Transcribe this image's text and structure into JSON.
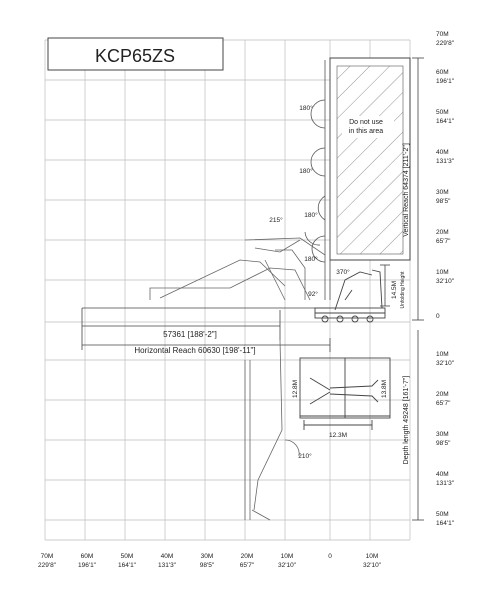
{
  "model_title": "KCP65ZS",
  "notice": {
    "line1": "Do not use",
    "line2": "in this area"
  },
  "x_axis": [
    {
      "top": "70M",
      "bottom": "229'8\""
    },
    {
      "top": "60M",
      "bottom": "196'1\""
    },
    {
      "top": "50M",
      "bottom": "164'1\""
    },
    {
      "top": "40M",
      "bottom": "131'3\""
    },
    {
      "top": "30M",
      "bottom": "98'5\""
    },
    {
      "top": "20M",
      "bottom": "65'7\""
    },
    {
      "top": "10M",
      "bottom": "32'10\""
    },
    {
      "top": "0",
      "bottom": ""
    },
    {
      "top": "10M",
      "bottom": "32'10\""
    }
  ],
  "y_axis": [
    {
      "top": "70M",
      "bottom": "229'8\""
    },
    {
      "top": "60M",
      "bottom": "196'1\""
    },
    {
      "top": "50M",
      "bottom": "164'1\""
    },
    {
      "top": "40M",
      "bottom": "131'3\""
    },
    {
      "top": "30M",
      "bottom": "98'5\""
    },
    {
      "top": "20M",
      "bottom": "65'7\""
    },
    {
      "top": "10M",
      "bottom": "32'10\""
    },
    {
      "top": "0",
      "bottom": ""
    },
    {
      "top": "10M",
      "bottom": "32'10\""
    },
    {
      "top": "20M",
      "bottom": "65'7\""
    },
    {
      "top": "30M",
      "bottom": "98'5\""
    },
    {
      "top": "40M",
      "bottom": "131'3\""
    },
    {
      "top": "50M",
      "bottom": "164'1\""
    }
  ],
  "angles": {
    "a1": "180°",
    "a2": "180°",
    "a3": "215°",
    "a4": "180°",
    "a5": "180°",
    "a6": "370°",
    "a7": "92°",
    "a8": "210°"
  },
  "dimensions": {
    "reach_57361": "57361 [188'-2\"]",
    "horizontal_reach": "Horizontal Reach 60630 [198'-11\"]",
    "vertical_reach": "Vertical Reach 64374 [211'-2\"]",
    "depth_length": "Depth length 49248 [161'-7\"]",
    "unfolding_height_value": "14.5M",
    "unfolding_height_label": "Unfolding Height",
    "outrigger_front": "12.8M",
    "outrigger_rear": "13.8M",
    "outrigger_width": "12.3M"
  }
}
